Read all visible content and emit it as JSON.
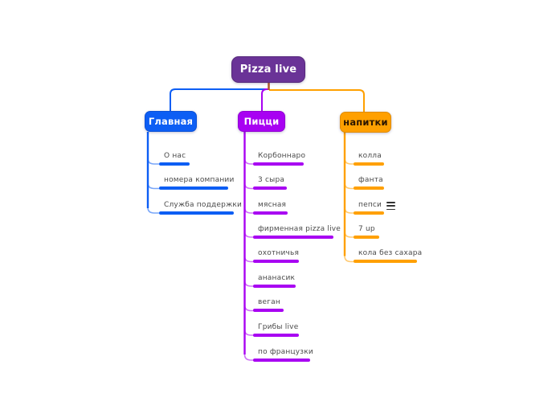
{
  "root": {
    "label": "Pizza live"
  },
  "branches": [
    {
      "label": "Главная",
      "color": "#0d5ef4",
      "text_color": "#ffffff",
      "children": [
        {
          "label": "О нас"
        },
        {
          "label": "номера компании"
        },
        {
          "label": "Служба поддержки"
        }
      ]
    },
    {
      "label": "Пицци",
      "color": "#a802f2",
      "text_color": "#ffffff",
      "children": [
        {
          "label": "Корбоннаро"
        },
        {
          "label": "3 сыра"
        },
        {
          "label": "мясная"
        },
        {
          "label": "фирменная pizza live"
        },
        {
          "label": "охотничья"
        },
        {
          "label": "ананасик"
        },
        {
          "label": "веган"
        },
        {
          "label": "Грибы live"
        },
        {
          "label": "по французки"
        }
      ]
    },
    {
      "label": "напитки",
      "color": "#ffa000",
      "text_color": "#2b1600",
      "children": [
        {
          "label": "колла"
        },
        {
          "label": "фанта"
        },
        {
          "label": "пепси",
          "icon": "notes-icon"
        },
        {
          "label": "7 up"
        },
        {
          "label": "кола без сахара"
        }
      ]
    }
  ],
  "colors": {
    "canvas_bg": "#ffffff",
    "root_fill": "#6a3397",
    "root_text": "#ffffff",
    "branch_blue": "#0d5ef4",
    "branch_purple": "#a802f2",
    "branch_orange": "#ffa000",
    "junction_brown": "#b35a2e",
    "leaf_text": "#4a4a4a",
    "notes_icon": "#333333"
  }
}
